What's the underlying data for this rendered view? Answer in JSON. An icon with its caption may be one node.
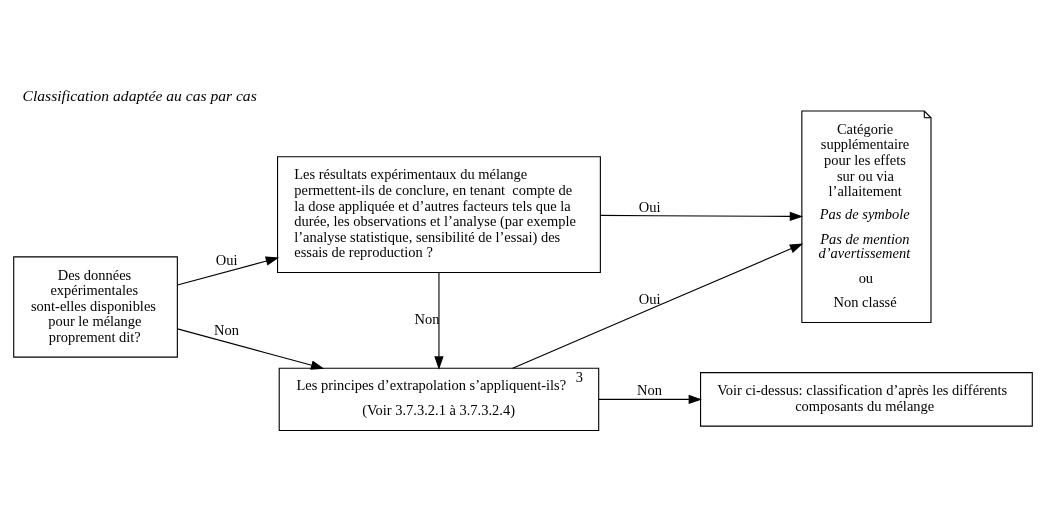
{
  "diagram": {
    "title": "Classification adaptée au cas par cas",
    "nodes": [
      {
        "text": [
          "Des données expérimentales sont-elles disponibles pour le mélange proprement dit?"
        ]
      },
      {
        "text": [
          "Les résultats expérimentaux du mélange permettent-ils de conclure, en tenant  compte de la dose appliquée et d’autres facteurs tels que la durée, les observations et l’analyse (par exemple l’analyse statistique, sensibilité de l’essai) des essais de reproduction ?"
        ]
      },
      {
        "text": [
          "Les principes d’extrapolation s’appliquent-ils?$^{3}$",
          "(Voir 3.7.3.2.1 à 3.7.3.2.4)"
        ]
      },
      {
        "text": [
          "Catégorie supplémentaire pour les effets sur ou via l’allaitement",
          "Pas de symbole",
          "Pas de mention d’avertissement",
          "ou",
          "Non classé"
        ]
      },
      {
        "text": [
          "Voir ci-dessus: classification d’après les différents composants du mélange"
        ]
      }
    ],
    "edges": [
      {
        "from": 0,
        "to": 1,
        "arrow": "to",
        "label": "Oui"
      },
      {
        "from": 1,
        "to": 3,
        "arrow": "to",
        "label": "Oui"
      },
      {
        "from": 0,
        "to": 2,
        "arrow": "to",
        "label": "Non"
      },
      {
        "from": 1,
        "to": 2,
        "arrow": "to",
        "label": "Non"
      },
      {
        "from": 2,
        "to": 3,
        "arrow": "to",
        "label": "Oui"
      },
      {
        "from": 2,
        "to": 4,
        "arrow": "to",
        "label": "Non"
      }
    ]
  }
}
